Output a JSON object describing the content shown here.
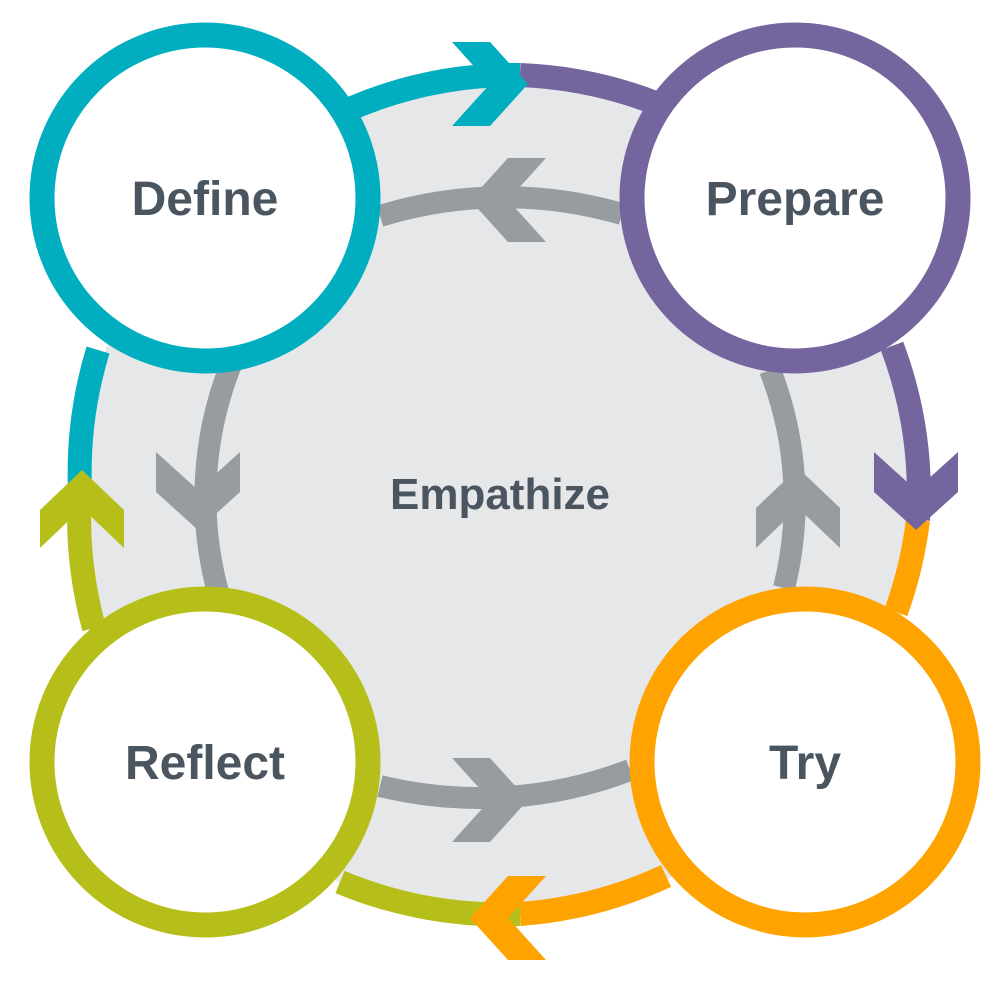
{
  "center": {
    "label": "Empathize",
    "fill_color": "#e6e7e9"
  },
  "inner_cycle_color": "#979ca1",
  "text_color": "#4a5560",
  "nodes": [
    {
      "id": "define",
      "label": "Define",
      "color": "#00aebf"
    },
    {
      "id": "prepare",
      "label": "Prepare",
      "color": "#75659f"
    },
    {
      "id": "try",
      "label": "Try",
      "color": "#ffa300"
    },
    {
      "id": "reflect",
      "label": "Reflect",
      "color": "#b6bf1a"
    }
  ],
  "outer_arrows": [
    {
      "from": "define",
      "to": "prepare",
      "color_from": "#00aebf",
      "color_to": "#75659f"
    },
    {
      "from": "prepare",
      "to": "try",
      "color_from": "#75659f",
      "color_to": "#ffa300"
    },
    {
      "from": "try",
      "to": "reflect",
      "color_from": "#ffa300",
      "color_to": "#b6bf1a"
    },
    {
      "from": "reflect",
      "to": "define",
      "color_from": "#b6bf1a",
      "color_to": "#00aebf"
    }
  ],
  "inner_arrows": [
    {
      "from": "prepare",
      "to": "define"
    },
    {
      "from": "define",
      "to": "reflect"
    },
    {
      "from": "reflect",
      "to": "try"
    },
    {
      "from": "try",
      "to": "prepare"
    }
  ]
}
